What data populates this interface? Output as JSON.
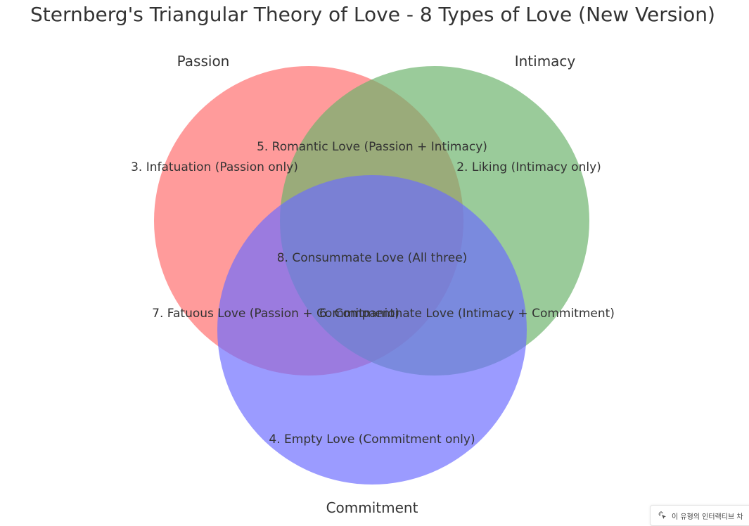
{
  "title": "Sternberg's Triangular Theory of Love - 8 Types of Love (New Version)",
  "sets": [
    {
      "name": "Passion",
      "color": "#ff6b6b"
    },
    {
      "name": "Intimacy",
      "color": "#6ab36a"
    },
    {
      "name": "Commitment",
      "color": "#6b6bff"
    }
  ],
  "regions": {
    "passion_only": "3. Infatuation (Passion only)",
    "intimacy_only": "2. Liking (Intimacy only)",
    "commitment_only": "4. Empty Love (Commitment only)",
    "passion_intimacy": "5. Romantic Love (Passion + Intimacy)",
    "passion_commitment": "7. Fatuous Love (Passion + Commitment)",
    "intimacy_commitment": "6. Companionate Love (Intimacy + Commitment)",
    "all_three": "8. Consummate Love (All three)"
  },
  "widget": {
    "icon": "sparkle-cursor-icon",
    "text": "이 유형의 인터랙티브 차"
  }
}
